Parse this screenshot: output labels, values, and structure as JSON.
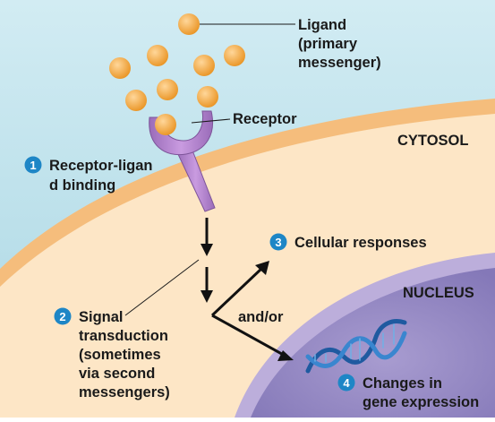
{
  "labels": {
    "ligand": [
      "Ligand",
      "(primary",
      "messenger)"
    ],
    "receptor": "Receptor",
    "cytosol": "CYTOSOL",
    "nucleus": "NUCLEUS",
    "and_or": "and/or"
  },
  "steps": [
    {
      "number": "1",
      "lines": [
        "Receptor-ligan",
        "d binding"
      ]
    },
    {
      "number": "2",
      "lines": [
        "Signal",
        "transduction",
        "(sometimes",
        "via second",
        "messengers)"
      ]
    },
    {
      "number": "3",
      "lines": [
        "Cellular responses"
      ]
    },
    {
      "number": "4",
      "lines": [
        "Changes in",
        "gene expression"
      ]
    }
  ],
  "colors": {
    "extracellular": "#b9dfe9",
    "membrane_outer": "#f7c486",
    "cytosol": "#fde7c8",
    "nuclear_envelope": "#b6a7d4",
    "nucleus": "#9a8ec6",
    "receptor": "#b98ad0",
    "ligand": "#f2a63c",
    "step_badge": "#1e86c6",
    "dna": "#1e5aa0"
  }
}
